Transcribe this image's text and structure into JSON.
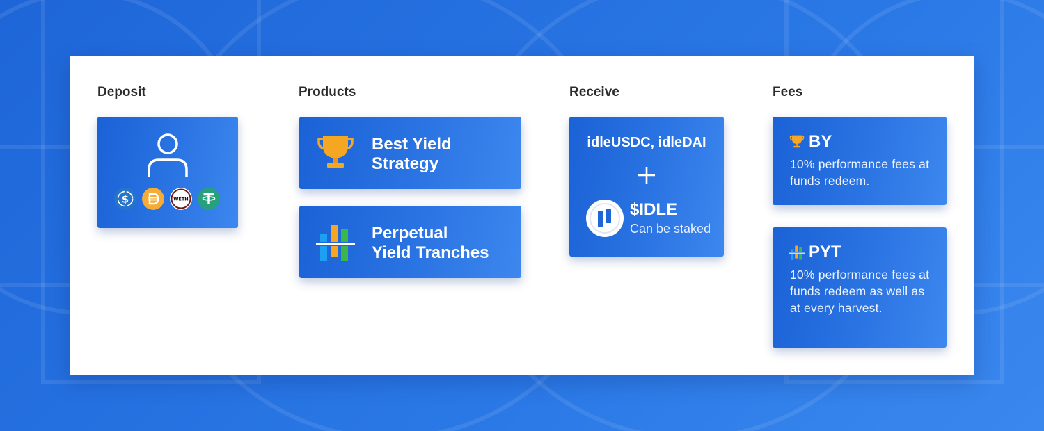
{
  "columns": {
    "deposit": "Deposit",
    "products": "Products",
    "receive": "Receive",
    "fees": "Fees"
  },
  "deposit": {
    "icon": "user-icon",
    "tokens": [
      "usdc-icon",
      "dai-icon",
      "weth-icon",
      "usdt-icon"
    ],
    "weth_label": "WETH"
  },
  "products": [
    {
      "label_line1": "Best Yield",
      "label_line2": "Strategy",
      "icon": "trophy-icon"
    },
    {
      "label_line1": "Perpetual",
      "label_line2": "Yield Tranches",
      "icon": "tranches-icon"
    }
  ],
  "receive": {
    "tokens": "idleUSDC, idleDAI",
    "plus_icon": "plus-icon",
    "idle_title": "$IDLE",
    "idle_sub": "Can be staked",
    "idle_icon": "idle-logo-icon"
  },
  "fees": [
    {
      "title": "BY",
      "icon": "trophy-icon",
      "text": "10% performance fees at funds redeem."
    },
    {
      "title": "PYT",
      "icon": "tranches-icon",
      "text": "10% performance fees at funds redeem as well as at every harvest."
    }
  ],
  "colors": {
    "background": "#2a78e6",
    "card": "#1f68da",
    "gold": "#f5a623",
    "usdc": "#2775ca",
    "dai": "#f5ac37",
    "usdt": "#26a17b"
  }
}
